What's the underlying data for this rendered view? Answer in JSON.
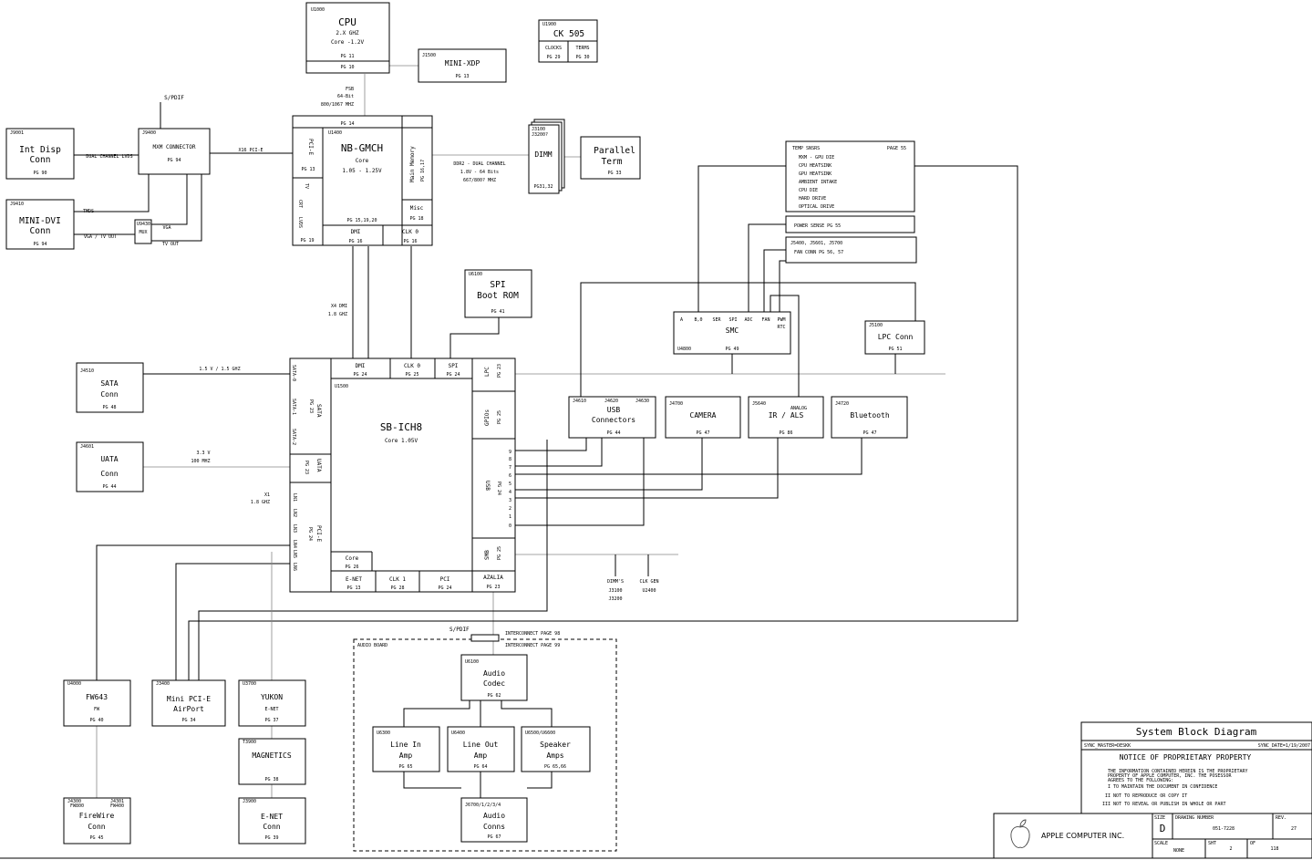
{
  "cpu": {
    "ref": "U1000",
    "title": "CPU",
    "line1": "2.X GHZ",
    "line2": "Core -1.2V",
    "pg": "PG 10",
    "pg2": "PG 11"
  },
  "ck505": {
    "ref": "U1900",
    "title": "CK 505",
    "clocks": "CLOCKS",
    "clocks_pg": "PG 29",
    "terms": "TERMS",
    "terms_pg": "PG 30"
  },
  "minixdp": {
    "ref": "J1500",
    "title": "MINI-XDP",
    "pg": "PG 13"
  },
  "fsb": {
    "l1": "FSB",
    "l2": "64-Bit",
    "l3": "800/1067 MHZ"
  },
  "spdif_top": "S/PDIF",
  "mxm": {
    "ref": "J9400",
    "title": "MXM CONNECTOR",
    "pg": "PG 94",
    "pcie": "X16 PCI-E"
  },
  "intdisp": {
    "ref": "J9001",
    "title1": "Int Disp",
    "title2": "Conn",
    "pg": "PG 90",
    "link": "DUAL CHANNEL LVDS"
  },
  "minidvi": {
    "ref": "J9410",
    "title1": "MINI-DVI",
    "title2": "Conn",
    "pg": "PG 94",
    "tmds": "TMDS",
    "vgatv": "VGA / TV OUT"
  },
  "mux": {
    "ref": "U9430",
    "label": "MUX",
    "vga": "VGA",
    "tvout": "TV OUT"
  },
  "nb": {
    "ref": "U1400",
    "title": "NB-GMCH",
    "line1": "Core",
    "line2": "1.05 - 1.25V",
    "pg_top": "PG 14",
    "pg_mid": "PG 15,19,20",
    "pcie": "PCI-E",
    "pcie_pg": "PG 13",
    "tv": "TV",
    "crt": "CRT",
    "lvds": "LVDS",
    "left_pg": "PG 19",
    "mainmem": "Main Memory",
    "mainmem_pg": "PG 16,17",
    "misc": "Misc",
    "misc_pg": "PG 18",
    "dmi": "DMI",
    "dmi_pg": "PG 16",
    "clk": "CLK 0",
    "clk_pg": "PG 16"
  },
  "ddr": {
    "l1": "DDR2 - DUAL CHANNEL",
    "l2": "1.8V - 64 Bits",
    "l3": "667/800? MHZ"
  },
  "dimm": {
    "ref1": "J3100",
    "ref2": "J3200?",
    "title": "DIMM",
    "pg": "PG31,32"
  },
  "parallel": {
    "title1": "Parallel",
    "title2": "Term",
    "pg": "PG 33"
  },
  "temp": {
    "title": "TEMP SNSRS",
    "page": "PAGE 55",
    "items": [
      "MXM - GPU DIE",
      "CPU HEATSINK",
      "GPU HEATSINK",
      "AMBIENT INTAKE",
      "CPU DIE",
      "HARD DRIVE",
      "OPTICAL DRIVE"
    ]
  },
  "power_sense": "POWER SENSE PG 55",
  "fan": {
    "l1": "J5400, J5601, J5700",
    "l2": "FAN CONN PG 56, 57"
  },
  "dmi_link": {
    "l1": "X4 DMI",
    "l2": "1.8 GHZ"
  },
  "spi_rom": {
    "ref": "U6100",
    "title1": "SPI",
    "title2": "Boot ROM",
    "pg": "PG 41"
  },
  "smc": {
    "ref": "U4800",
    "title": "SMC",
    "pg": "PG 49",
    "pins": [
      "A",
      "B,0",
      "SER",
      "SPI",
      "ADC",
      "FAN",
      "PWM",
      "RTC"
    ]
  },
  "lpcconn": {
    "ref": "J5100",
    "title": "LPC Conn",
    "pg": "PG 51"
  },
  "sata": {
    "ref": "J4510",
    "title1": "SATA",
    "title2": "Conn",
    "pg": "PG 48",
    "link": "1.5 V / 1.5 GHZ"
  },
  "uata": {
    "ref": "J4601",
    "title1": "UATA",
    "title2": "Conn",
    "pg": "PG 44",
    "link1": "3.3 V",
    "link2": "100 MHZ"
  },
  "pcie_link": {
    "l1": "X1",
    "l2": "1.8 GHZ"
  },
  "sb": {
    "ref": "U1500",
    "title": "SB-ICH8",
    "core": "Core 1.05V",
    "dmi": "DMI",
    "dmi_pg": "PG 24",
    "clk": "CLK 0",
    "clk_pg": "PG 25",
    "spi": "SPI",
    "spi_pg": "PG 24",
    "lpc": "LPC",
    "lpc_pg": "PG 23",
    "sata": "SATA",
    "sata_pg": "PG 23",
    "sata_ports": [
      "SATA-0",
      "SATA-1",
      "SATA-2"
    ],
    "uata": "UATA",
    "uata_pg": "PG 23",
    "pcie": "PCI-E",
    "pcie_pg": "PG 24",
    "lanes": [
      "LN1",
      "LN2",
      "LN3",
      "LN4",
      "LN5",
      "LN6"
    ],
    "gpio": "GPIOs",
    "gpio_pg": "PG 25",
    "usb": "USB",
    "usb_pg": "PG 24",
    "usb_ports": [
      "9",
      "8",
      "7",
      "6",
      "5",
      "4",
      "3",
      "2",
      "1",
      "0"
    ],
    "smb": "SMB",
    "smb_pg": "PG 25",
    "core_b": "Core",
    "core_pg": "PG 26",
    "enet": "E-NET",
    "enet_pg": "PG 13",
    "clk1": "CLK 1",
    "clk1_pg": "PG 28",
    "pci": "PCI",
    "pci_pg": "PG 24",
    "azalia": "AZALIA",
    "azalia_pg": "PG 23"
  },
  "usbconn": {
    "ref1": "J4610",
    "ref2": "J4620",
    "ref3": "J4630",
    "title1": "USB",
    "title2": "Connectors",
    "pg": "PG 44"
  },
  "camera": {
    "ref": "J4700",
    "title": "CAMERA",
    "pg": "PG 47"
  },
  "irals": {
    "ref": "J5640",
    "note": "ANALOG",
    "title": "IR / ALS",
    "pg": "PG 86"
  },
  "bluetooth": {
    "ref": "J4720",
    "title": "Bluetooth",
    "pg": "PG 47"
  },
  "smb_labels": {
    "dimm": "DIMM'S",
    "dimm_a": "J3100",
    "dimm_b": "J3200",
    "clk": "CLK GEN",
    "clk_ref": "U2400"
  },
  "interconnect": {
    "spdif": "S/PDIF",
    "p98": "INTERCONNECT PAGE 98",
    "p99": "INTERCONNECT PAGE 99",
    "board": "AUDIO BOARD"
  },
  "codec": {
    "ref": "U6100",
    "title1": "Audio",
    "title2": "Codec",
    "pg": "PG 62"
  },
  "linein": {
    "ref": "U6300",
    "title1": "Line In",
    "title2": "Amp",
    "pg": "PG 65"
  },
  "lineout": {
    "ref": "U6400",
    "title1": "Line Out",
    "title2": "Amp",
    "pg": "PG 64"
  },
  "speaker": {
    "ref": "U6500/U6600",
    "title1": "Speaker",
    "title2": "Amps",
    "pg": "PG 65,66"
  },
  "audioconns": {
    "ref": "J6700/1/2/3/4",
    "title1": "Audio",
    "title2": "Conns",
    "pg": "PG 67"
  },
  "fw643": {
    "ref": "U4000",
    "title1": "FW643",
    "title2": "FW",
    "pg": "PG 40"
  },
  "minipcie": {
    "ref": "J3400",
    "title1": "Mini PCI-E",
    "title2": "AirPort",
    "pg": "PG 34"
  },
  "yukon": {
    "ref": "U3700",
    "title1": "YUKON",
    "title2": "E-NET",
    "pg": "PG 37"
  },
  "magnetics": {
    "ref": "T3900",
    "title": "MAGNETICS",
    "pg": "PG 38"
  },
  "enetconn": {
    "ref": "J3900",
    "title1": "E-NET",
    "title2": "Conn",
    "pg": "PG 39"
  },
  "firewire": {
    "ref1": "J4300",
    "ref1b": "FW800",
    "ref2": "J4301",
    "ref2b": "FW400",
    "title1": "FireWire",
    "title2": "Conn",
    "pg": "PG 45"
  },
  "titleblock": {
    "title": "System Block Diagram",
    "sync_master": "SYNC_MASTER=DESKK",
    "sync_date": "SYNC_DATE=1/19/2007",
    "notice": "NOTICE OF PROPRIETARY PROPERTY",
    "info1": "THE INFORMATION CONTAINED HEREIN IS THE PROPRIETARY",
    "info2": "PROPERTY OF APPLE COMPUTER, INC. THE POSESSOR",
    "info3": "AGREES TO THE FOLLOWING:",
    "rule1": "I TO MAINTAIN THE DOCUMENT IN CONFIDENCE",
    "rule2": "II NOT TO REPRODUCE OR COPY IT",
    "rule3": "III NOT TO REVEAL OR PUBLISH IN WHOLE OR PART",
    "company": "APPLE COMPUTER INC.",
    "size_label": "SIZE",
    "size": "D",
    "drawing_label": "DRAWING NUMBER",
    "drawing": "051-7228",
    "rev_label": "REV.",
    "rev": "27",
    "scale_label": "SCALE",
    "scale": "NONE",
    "sht_label": "SHT",
    "sht": "2",
    "of_label": "OF",
    "of": "118"
  }
}
